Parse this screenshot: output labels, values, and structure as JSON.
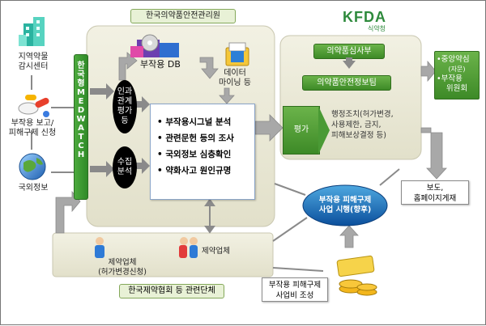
{
  "org_top": "한국의약품안전관리원",
  "org_bottom": "한국제약협회 등 관련단체",
  "logo": {
    "text": "KFDA",
    "sub": "식약청",
    "color": "#2e8a3c"
  },
  "left_sources": [
    {
      "label_lines": [
        "지역약물",
        "감시센터"
      ],
      "icon": "building-icon"
    },
    {
      "label_lines": [
        "부작용 보고/",
        "피해구제 신청"
      ],
      "icon": "pills-icon"
    },
    {
      "label_lines": [
        "국외정보"
      ],
      "icon": "globe-icon"
    }
  ],
  "medwatch_label": "한국형MEDWATCH",
  "oval_causal": [
    "인과",
    "관계",
    "평가",
    "등"
  ],
  "oval_collect": [
    "수집",
    "분석"
  ],
  "db_label": "부작용 DB",
  "mining_label": [
    "데이터",
    "마이닝 등"
  ],
  "activities": [
    "부작용시그널 분석",
    "관련문헌 등의 조사",
    "국외정보 심층확인",
    "약화사고 원인규명"
  ],
  "kfda_depts": [
    "의약품심사부",
    "의약품안전정보팀"
  ],
  "eval_label": "평가",
  "admin_actions": [
    "행정조치(허가변경,",
    "사용제한, 금지,",
    "피해보상결정 등)"
  ],
  "committee": [
    "•중앙약심",
    "(자문)",
    "•부작용",
    "위원회"
  ],
  "publication": [
    "보도,",
    "홈페이지게재"
  ],
  "relief_program": [
    "부작용 피해구제",
    "사업 시행(향후)"
  ],
  "pharma_left": [
    "제약업체",
    "(허가변경신청)"
  ],
  "pharma_right": "제약업체",
  "relief_fund": [
    "부작용 피해구제",
    "사업비 조성"
  ],
  "colors": {
    "panel": "#ecebd9",
    "panel_border": "#c9c7b0",
    "arrow": "#9a9a9a",
    "bar_green": "#3f9a33",
    "oval": "#000000"
  }
}
